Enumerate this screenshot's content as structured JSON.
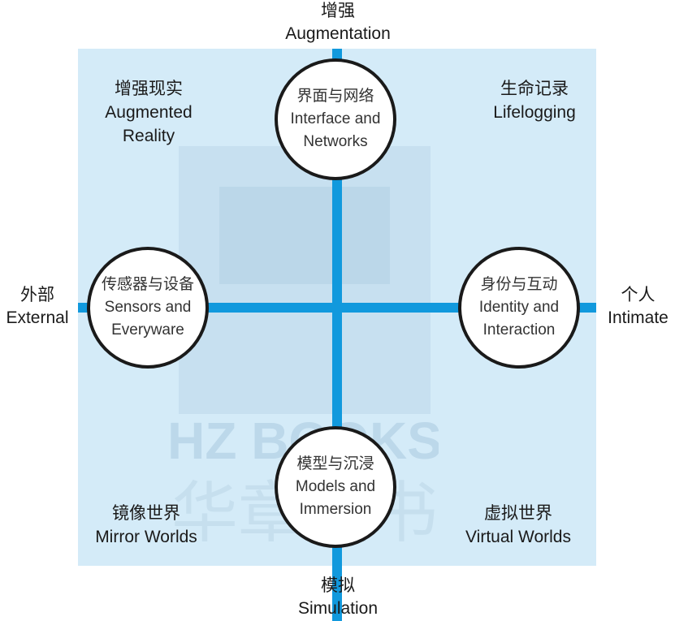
{
  "axes": {
    "top": {
      "zh": "增强",
      "en": "Augmentation"
    },
    "bottom": {
      "zh": "模拟",
      "en": "Simulation"
    },
    "left": {
      "zh": "外部",
      "en": "External"
    },
    "right": {
      "zh": "个人",
      "en": "Intimate"
    }
  },
  "quadrants": {
    "top_left": {
      "zh": "增强现实",
      "en_line1": "Augmented",
      "en_line2": "Reality"
    },
    "top_right": {
      "zh": "生命记录",
      "en": "Lifelogging"
    },
    "bottom_left": {
      "zh": "镜像世界",
      "en": "Mirror Worlds"
    },
    "bottom_right": {
      "zh": "虚拟世界",
      "en": "Virtual Worlds"
    }
  },
  "circles": {
    "top": {
      "zh": "界面与网络",
      "en_line1": "Interface and",
      "en_line2": "Networks"
    },
    "left": {
      "zh": "传感器与设备",
      "en_line1": "Sensors and",
      "en_line2": "Everyware"
    },
    "right": {
      "zh": "身份与互动",
      "en_line1": "Identity and",
      "en_line2": "Interaction"
    },
    "bottom": {
      "zh": "模型与沉浸",
      "en_line1": "Models and",
      "en_line2": "Immersion"
    }
  },
  "watermark": {
    "line1": "HZ BOOKS",
    "line2": "华章图书"
  },
  "colors": {
    "quadrant_fill": "#d4ebf8",
    "axis": "#1199dd",
    "circle_border": "#1a1a1a"
  }
}
